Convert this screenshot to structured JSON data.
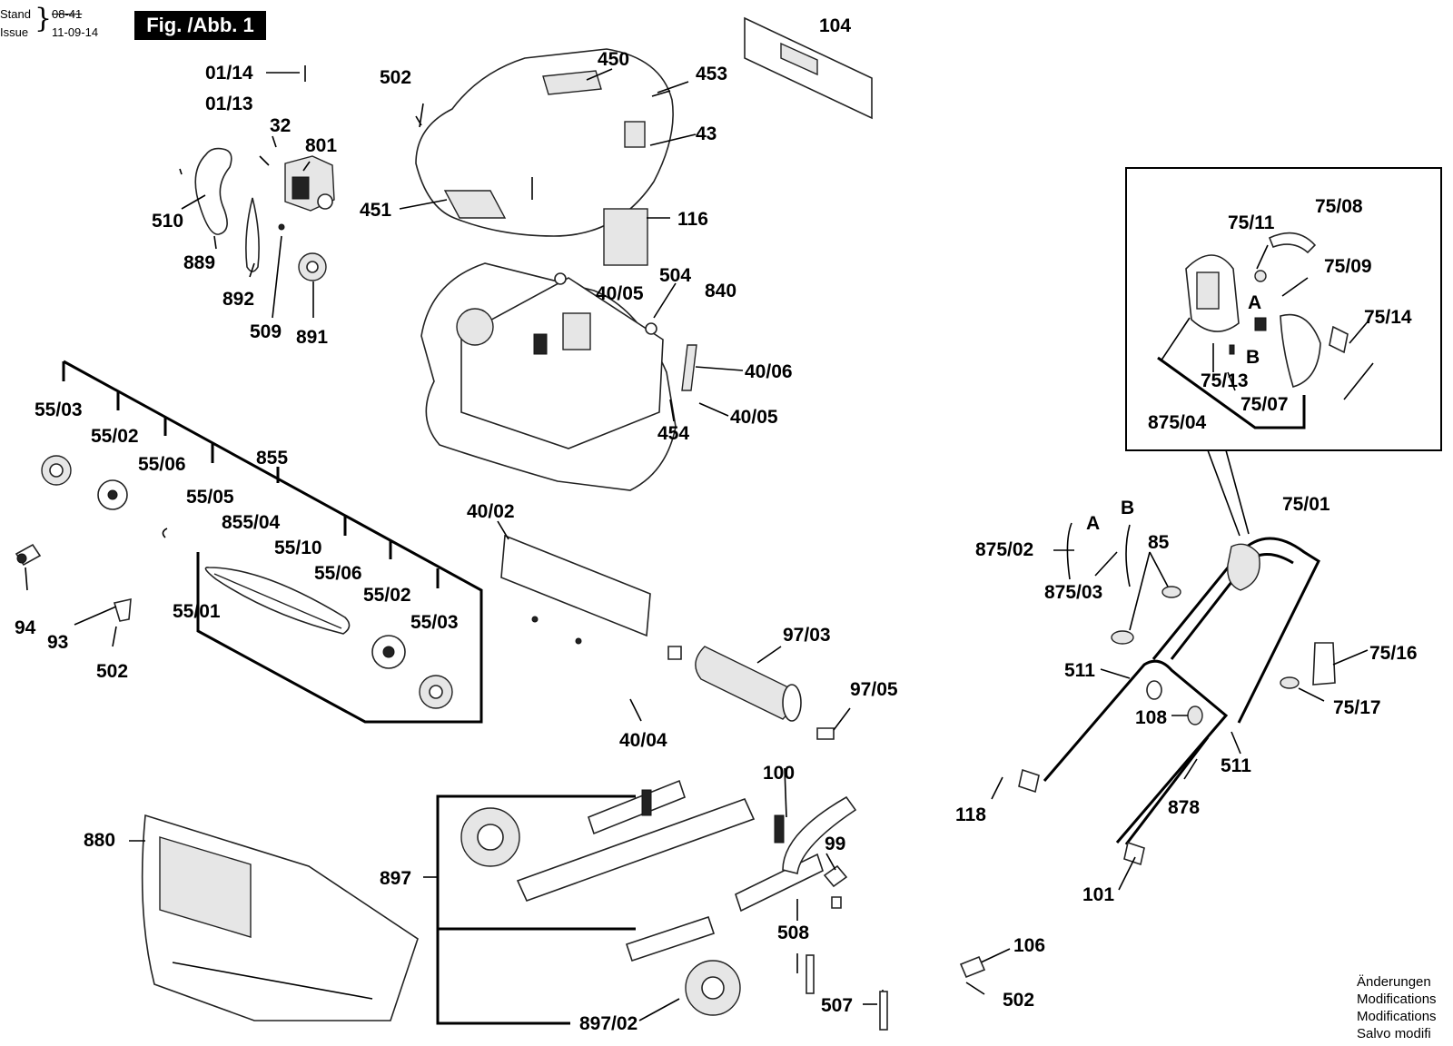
{
  "header": {
    "stand_label": "Stand",
    "issue_label": "Issue",
    "date_old": "08-41",
    "date_new": "11-09-14",
    "figure_label": "Fig. /Abb. 1"
  },
  "footer": {
    "lines": [
      "Änderungen",
      "Modifications",
      "Modifications",
      "Salvo modifi"
    ]
  },
  "inset_labels": {
    "a": "A",
    "b": "B"
  },
  "labels": {
    "p01_14": "01/14",
    "p01_13": "01/13",
    "p32": "32",
    "p801": "801",
    "p510": "510",
    "p889": "889",
    "p892": "892",
    "p509": "509",
    "p891": "891",
    "p502a": "502",
    "p450": "450",
    "p453": "453",
    "p43": "43",
    "p451": "451",
    "p104": "104",
    "p116": "116",
    "p40_05a": "40/05",
    "p504": "504",
    "p840": "840",
    "p40_06": "40/06",
    "p40_05b": "40/05",
    "p454": "454",
    "p55_03a": "55/03",
    "p55_02a": "55/02",
    "p55_06a": "55/06",
    "p855": "855",
    "p55_05": "55/05",
    "p855_04": "855/04",
    "p55_10": "55/10",
    "p55_06b": "55/06",
    "p55_02b": "55/02",
    "p55_03b": "55/03",
    "p55_01": "55/01",
    "p94": "94",
    "p93": "93",
    "p502b": "502",
    "p40_02": "40/02",
    "p97_03": "97/03",
    "p97_05": "97/05",
    "p40_04": "40/04",
    "p100": "100",
    "p99": "99",
    "p508": "508",
    "p507": "507",
    "p880": "880",
    "p897": "897",
    "p897_02": "897/02",
    "p75_11": "75/11",
    "p75_08": "75/08",
    "p75_09": "75/09",
    "p75_14": "75/14",
    "p75_13": "75/13",
    "p75_07": "75/07",
    "p875_04": "875/04",
    "p75_01": "75/01",
    "p875_02": "875/02",
    "p875_03": "875/03",
    "p85": "85",
    "p511a": "511",
    "p108": "108",
    "p75_16": "75/16",
    "p75_17": "75/17",
    "p511b": "511",
    "p118": "118",
    "p878": "878",
    "p101": "101",
    "p106": "106",
    "p502c": "502"
  }
}
